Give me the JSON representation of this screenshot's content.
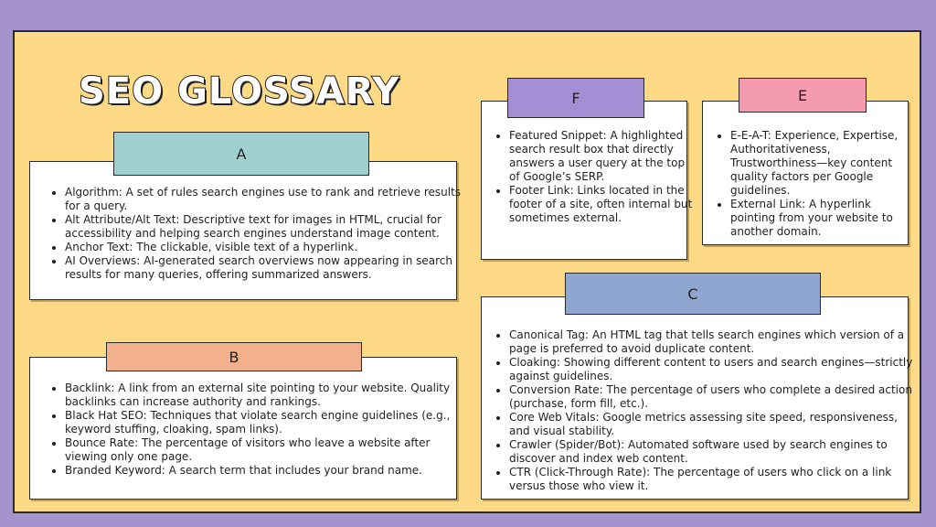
{
  "title": "SEO GLOSSARY",
  "colors": {
    "background": "#a493cc",
    "board": "#ffda86",
    "tab_a": "#9fcfcf",
    "tab_b": "#f2b08c",
    "tab_f": "#a58ed4",
    "tab_e": "#f49bb0",
    "tab_c": "#8fa6d0"
  },
  "sections": {
    "a": {
      "letter": "A",
      "items": [
        "Algorithm: A set of rules search engines use to rank and retrieve results for a query.",
        "Alt Attribute/Alt Text: Descriptive text for images in HTML, crucial for accessibility and helping search engines understand image content.",
        "Anchor Text: The clickable, visible text of a hyperlink.",
        "AI Overviews: AI-generated search overviews now appearing in search results for many queries, offering summarized answers."
      ]
    },
    "b": {
      "letter": "B",
      "items": [
        "Backlink: A link from an external site pointing to your website. Quality backlinks can increase authority and rankings.",
        "Black Hat SEO: Techniques that violate search engine guidelines (e.g., keyword stuffing, cloaking, spam links).",
        "Bounce Rate: The percentage of visitors who leave a website after viewing only one page.",
        "Branded Keyword: A search term that includes your brand name."
      ]
    },
    "f": {
      "letter": "F",
      "items": [
        "Featured Snippet: A highlighted search result box that directly answers a user query at the top of Google’s SERP.",
        "Footer Link: Links located in the footer of a site, often internal but sometimes external."
      ]
    },
    "e": {
      "letter": "E",
      "items": [
        "E-E-A-T: Experience, Expertise, Authoritativeness, Trustworthiness—key content quality factors per Google guidelines.",
        "External Link: A hyperlink pointing from your website to another domain."
      ]
    },
    "c": {
      "letter": "C",
      "items": [
        "Canonical Tag: An HTML tag that tells search engines which version of a page is preferred to avoid duplicate content.",
        "Cloaking: Showing different content to users and search engines—strictly against guidelines.",
        "Conversion Rate: The percentage of users who complete a desired action (purchase, form fill, etc.).",
        "Core Web Vitals: Google metrics assessing site speed, responsiveness, and visual stability.",
        "Crawler (Spider/Bot): Automated software used by search engines to discover and index web content.",
        "CTR (Click-Through Rate): The percentage of users who click on a link versus those who view it."
      ]
    }
  }
}
